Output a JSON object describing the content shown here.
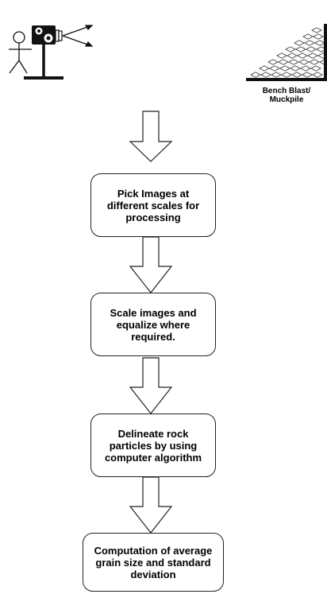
{
  "muckpile_label": "Bench Blast/\nMuckpile",
  "steps": [
    "Pick Images at different scales for processing",
    "Scale images and equalize where required.",
    "Delineate rock particles by using computer algorithm",
    "Computation of average grain size and standard deviation"
  ],
  "colors": {
    "stroke": "#222222",
    "fill": "#ffffff"
  },
  "icons": [
    "person-icon",
    "camera-icon",
    "camera-view-arrows-icon",
    "muckpile-icon",
    "down-arrow-icon"
  ]
}
